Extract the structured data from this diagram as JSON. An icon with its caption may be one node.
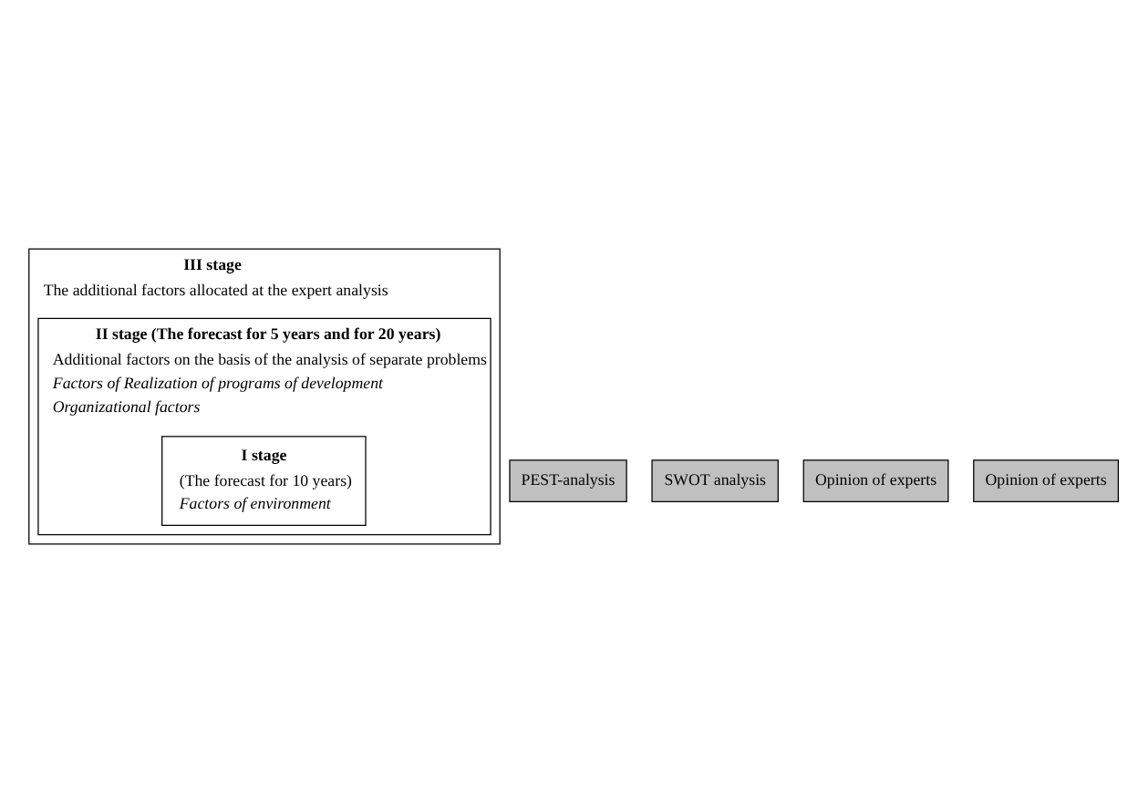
{
  "diagram": {
    "nodes": [
      {
        "text": [
          "III stage",
          "The additional factors allocated at the expert analysis"
        ]
      },
      {
        "text": [
          "II stage (The forecast for 5 years and for 20 years)",
          "Additional factors on the basis of the analysis of separate problems",
          "Factors of Realization of programs of development",
          "Organizational factors"
        ],
        "in": 0
      },
      {
        "text": [
          "I stage",
          "(The forecast for 10 years)",
          "Factors of environment"
        ],
        "in": 1
      },
      {
        "text": [
          "PEST-analysis"
        ]
      },
      {
        "text": [
          "SWOT analysis"
        ]
      },
      {
        "text": [
          "Opinion of experts"
        ]
      },
      {
        "text": [
          "Opinion of experts"
        ]
      }
    ],
    "edges": []
  }
}
